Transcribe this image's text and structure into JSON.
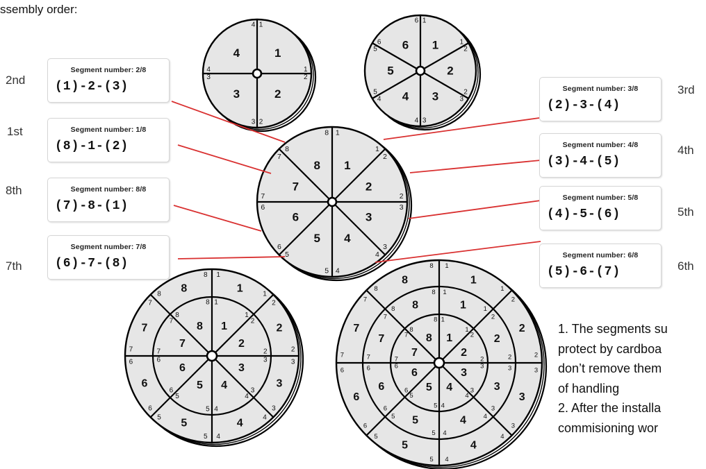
{
  "header": "ssembly order:",
  "cards": [
    {
      "title": "Segment number: 2/8",
      "seq": "(1)-2-(3)",
      "order": "2nd"
    },
    {
      "title": "Segment number: 1/8",
      "seq": "(8)-1-(2)",
      "order": "1st"
    },
    {
      "title": "Segment number: 8/8",
      "seq": "(7)-8-(1)",
      "order": "8th"
    },
    {
      "title": "Segment number: 7/8",
      "seq": "(6)-7-(8)",
      "order": "7th"
    },
    {
      "title": "Segment number: 3/8",
      "seq": "(2)-3-(4)",
      "order": "3rd"
    },
    {
      "title": "Segment number: 4/8",
      "seq": "(3)-4-(5)",
      "order": "4th"
    },
    {
      "title": "Segment number: 5/8",
      "seq": "(4)-5-(6)",
      "order": "5th"
    },
    {
      "title": "Segment number: 6/8",
      "seq": "(5)-6-(7)",
      "order": "6th"
    }
  ],
  "notes": [
    "1. The segments su",
    "protect by cardboa",
    "don’t remove them",
    "of handling",
    "2. After the installa",
    "commisioning wor"
  ],
  "wheels": {
    "four_segment": {
      "labels": [
        "1",
        "2",
        "3",
        "4"
      ]
    },
    "six_segment": {
      "labels": [
        "1",
        "2",
        "3",
        "4",
        "5",
        "6"
      ]
    },
    "eight_segment": {
      "labels": [
        "1",
        "2",
        "3",
        "4",
        "5",
        "6",
        "7",
        "8"
      ]
    },
    "rings": {
      "two_ring": 2,
      "three_ring": 3
    }
  },
  "colors": {
    "segment_fill": "#e6e6e6",
    "outline": "#000000",
    "leader_line": "#d93030",
    "card_border": "#d6d6d6"
  }
}
